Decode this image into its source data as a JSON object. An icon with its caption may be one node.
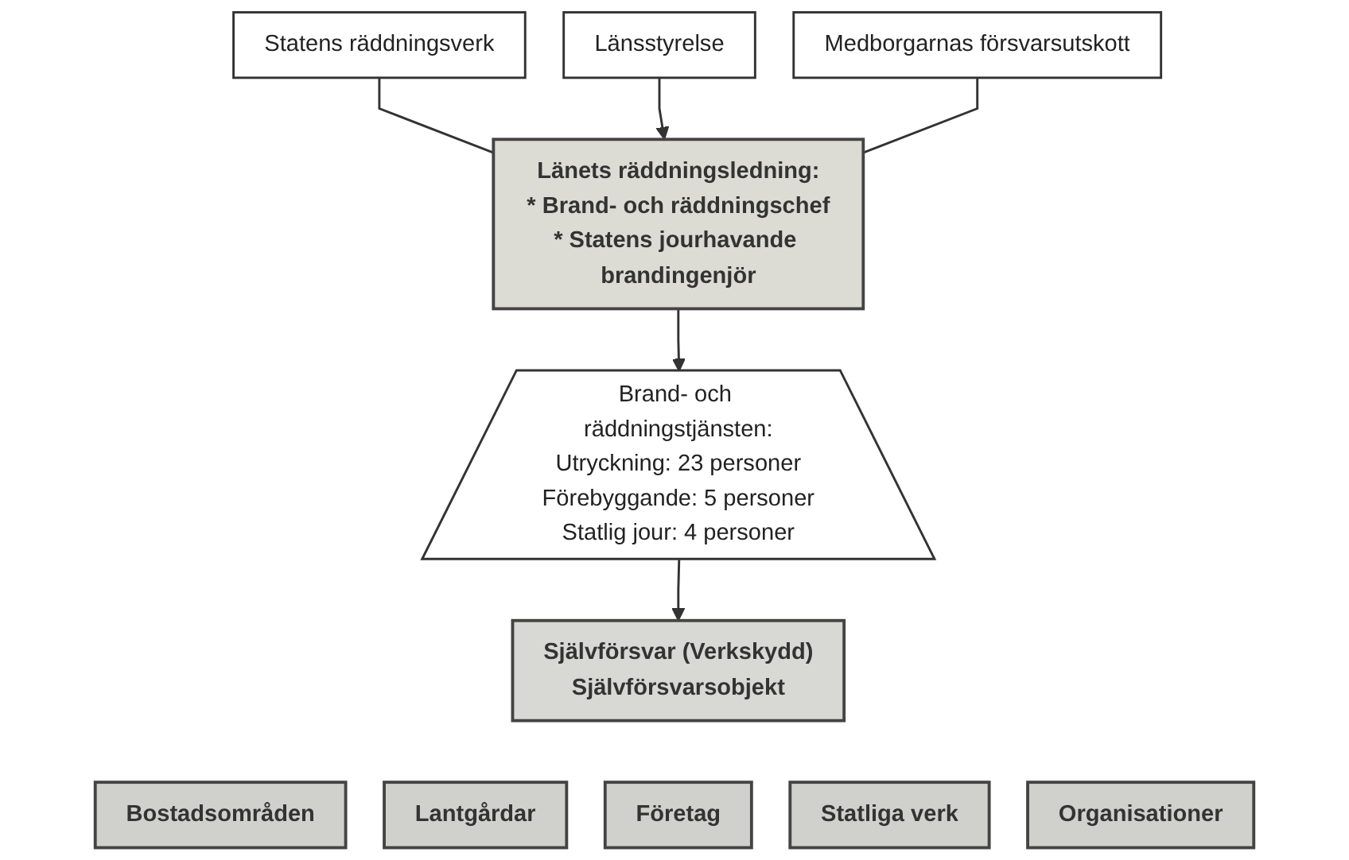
{
  "diagram": {
    "nodes": [
      {
        "text": [
          "Statens räddningsverk"
        ]
      },
      {
        "text": [
          "Länsstyrelse"
        ]
      },
      {
        "text": [
          "Länets räddningsledning:",
          "* Brand- och räddningschef",
          "* Statens jourhavande brandingenjör"
        ]
      },
      {
        "text": [
          "Medborgarnas försvarsutskott"
        ]
      },
      {
        "text": [
          "Brand- och räddningstjänsten:",
          "Utryckning: 23 personer",
          "Förebyggande: 5 personer",
          "Statlig jour: 4 personer"
        ]
      },
      {
        "text": [
          "Självförsvar (Verkskydd)",
          "Självförsvarsobjekt"
        ]
      },
      {
        "text": [
          "Bostadsområden"
        ]
      },
      {
        "text": [
          "Lantgårdar"
        ]
      },
      {
        "text": [
          "Företag"
        ]
      },
      {
        "text": [
          "Statliga verk"
        ]
      },
      {
        "text": [
          "Organisationer"
        ]
      }
    ],
    "edges": [
      {
        "from": 0,
        "to": 2,
        "arrow": "none"
      },
      {
        "from": 1,
        "to": 2,
        "arrow": "to"
      },
      {
        "from": 3,
        "to": 2,
        "arrow": "none"
      },
      {
        "from": 2,
        "to": 4,
        "arrow": "to"
      },
      {
        "from": 4,
        "to": 5,
        "arrow": "to"
      }
    ]
  }
}
